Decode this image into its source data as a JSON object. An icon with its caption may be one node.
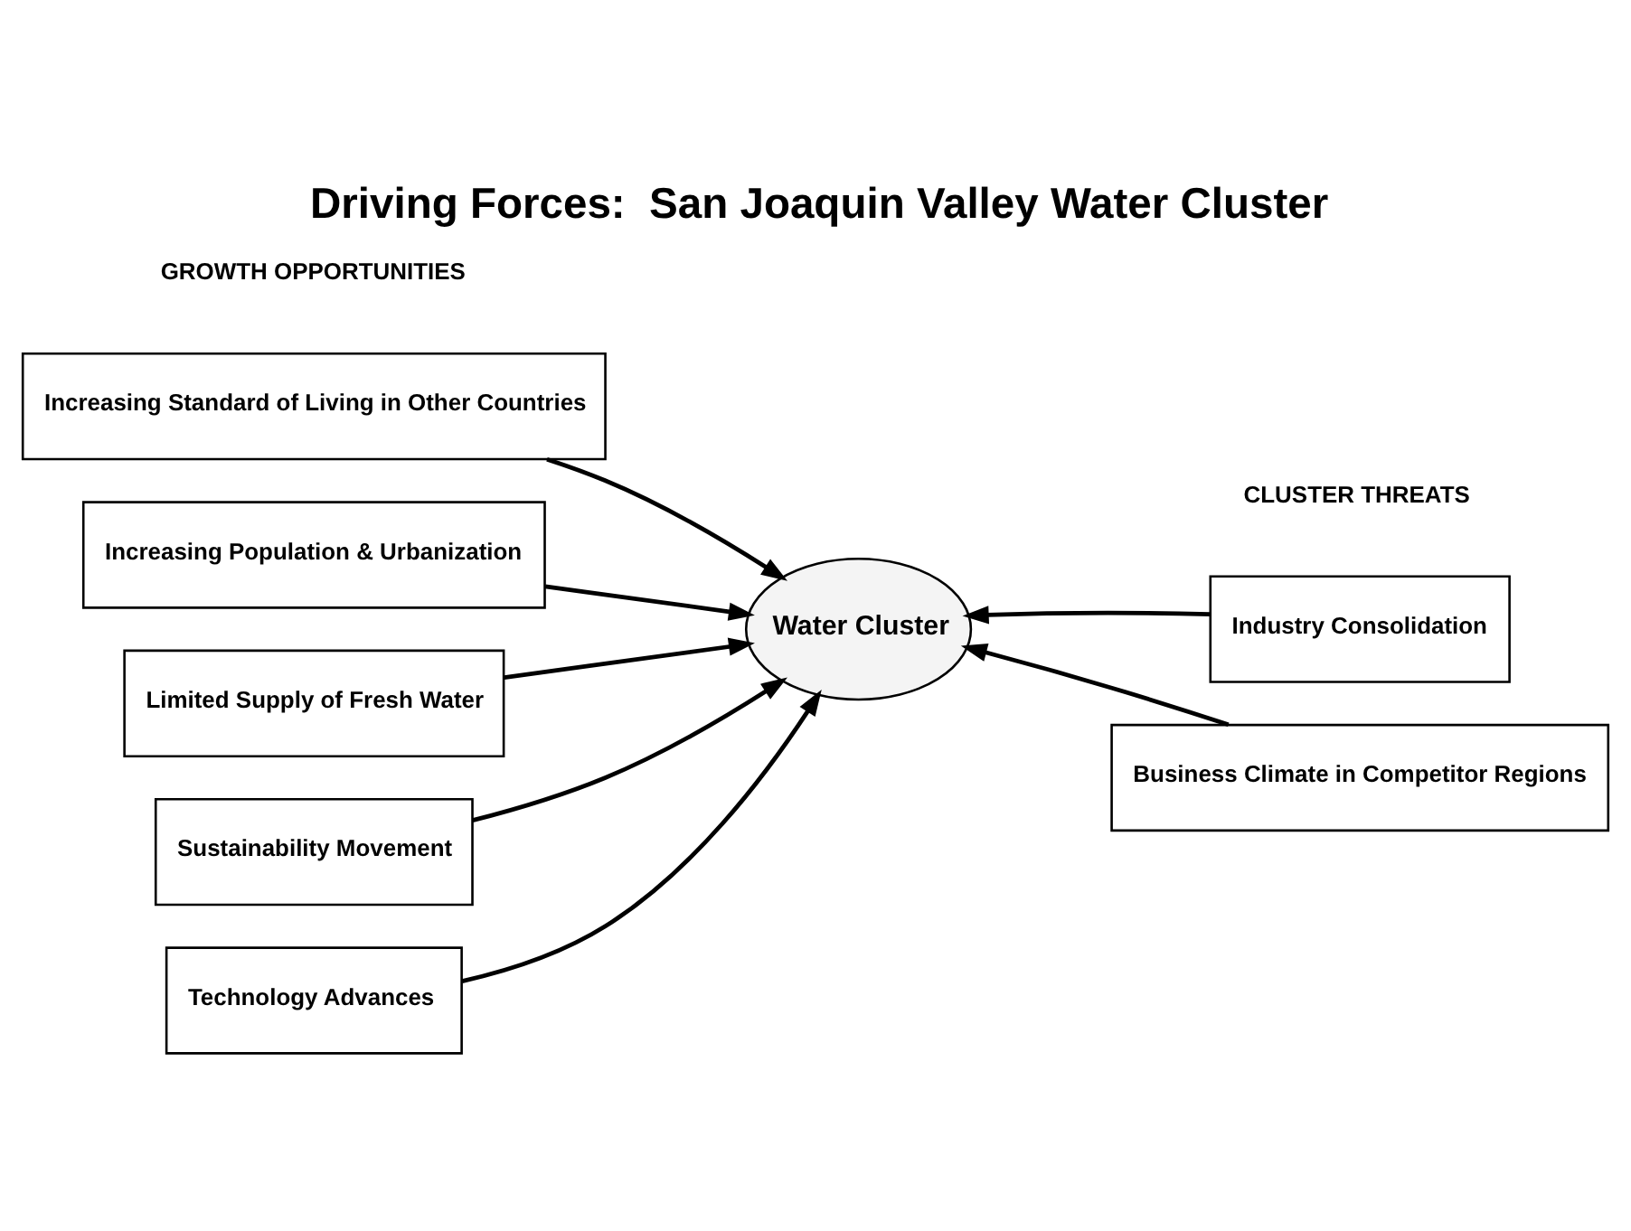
{
  "diagram": {
    "title": "Driving Forces:  San Joaquin Valley Water Cluster",
    "nodes": [
      {
        "text": [
          "Water Cluster"
        ]
      },
      {
        "text": [
          "Increasing Standard of Living in Other Countries"
        ]
      },
      {
        "text": [
          "Increasing Population & Urbanization"
        ]
      },
      {
        "text": [
          "Limited Supply of Fresh Water"
        ]
      },
      {
        "text": [
          "Sustainability Movement"
        ]
      },
      {
        "text": [
          "Technology Advances"
        ]
      },
      {
        "text": [
          "Industry Consolidation"
        ]
      },
      {
        "text": [
          "Business Climate in Competitor Regions"
        ]
      }
    ],
    "edges": [
      {
        "from": 1,
        "to": 0,
        "arrow": "to"
      },
      {
        "from": 2,
        "to": 0,
        "arrow": "to"
      },
      {
        "from": 3,
        "to": 0,
        "arrow": "to"
      },
      {
        "from": 4,
        "to": 0,
        "arrow": "to"
      },
      {
        "from": 5,
        "to": 0,
        "arrow": "to"
      },
      {
        "from": 6,
        "to": 0,
        "arrow": "to"
      },
      {
        "from": 7,
        "to": 0,
        "arrow": "to"
      }
    ],
    "labels": [
      "GROWTH OPPORTUNITIES",
      "CLUSTER THREATS"
    ]
  }
}
